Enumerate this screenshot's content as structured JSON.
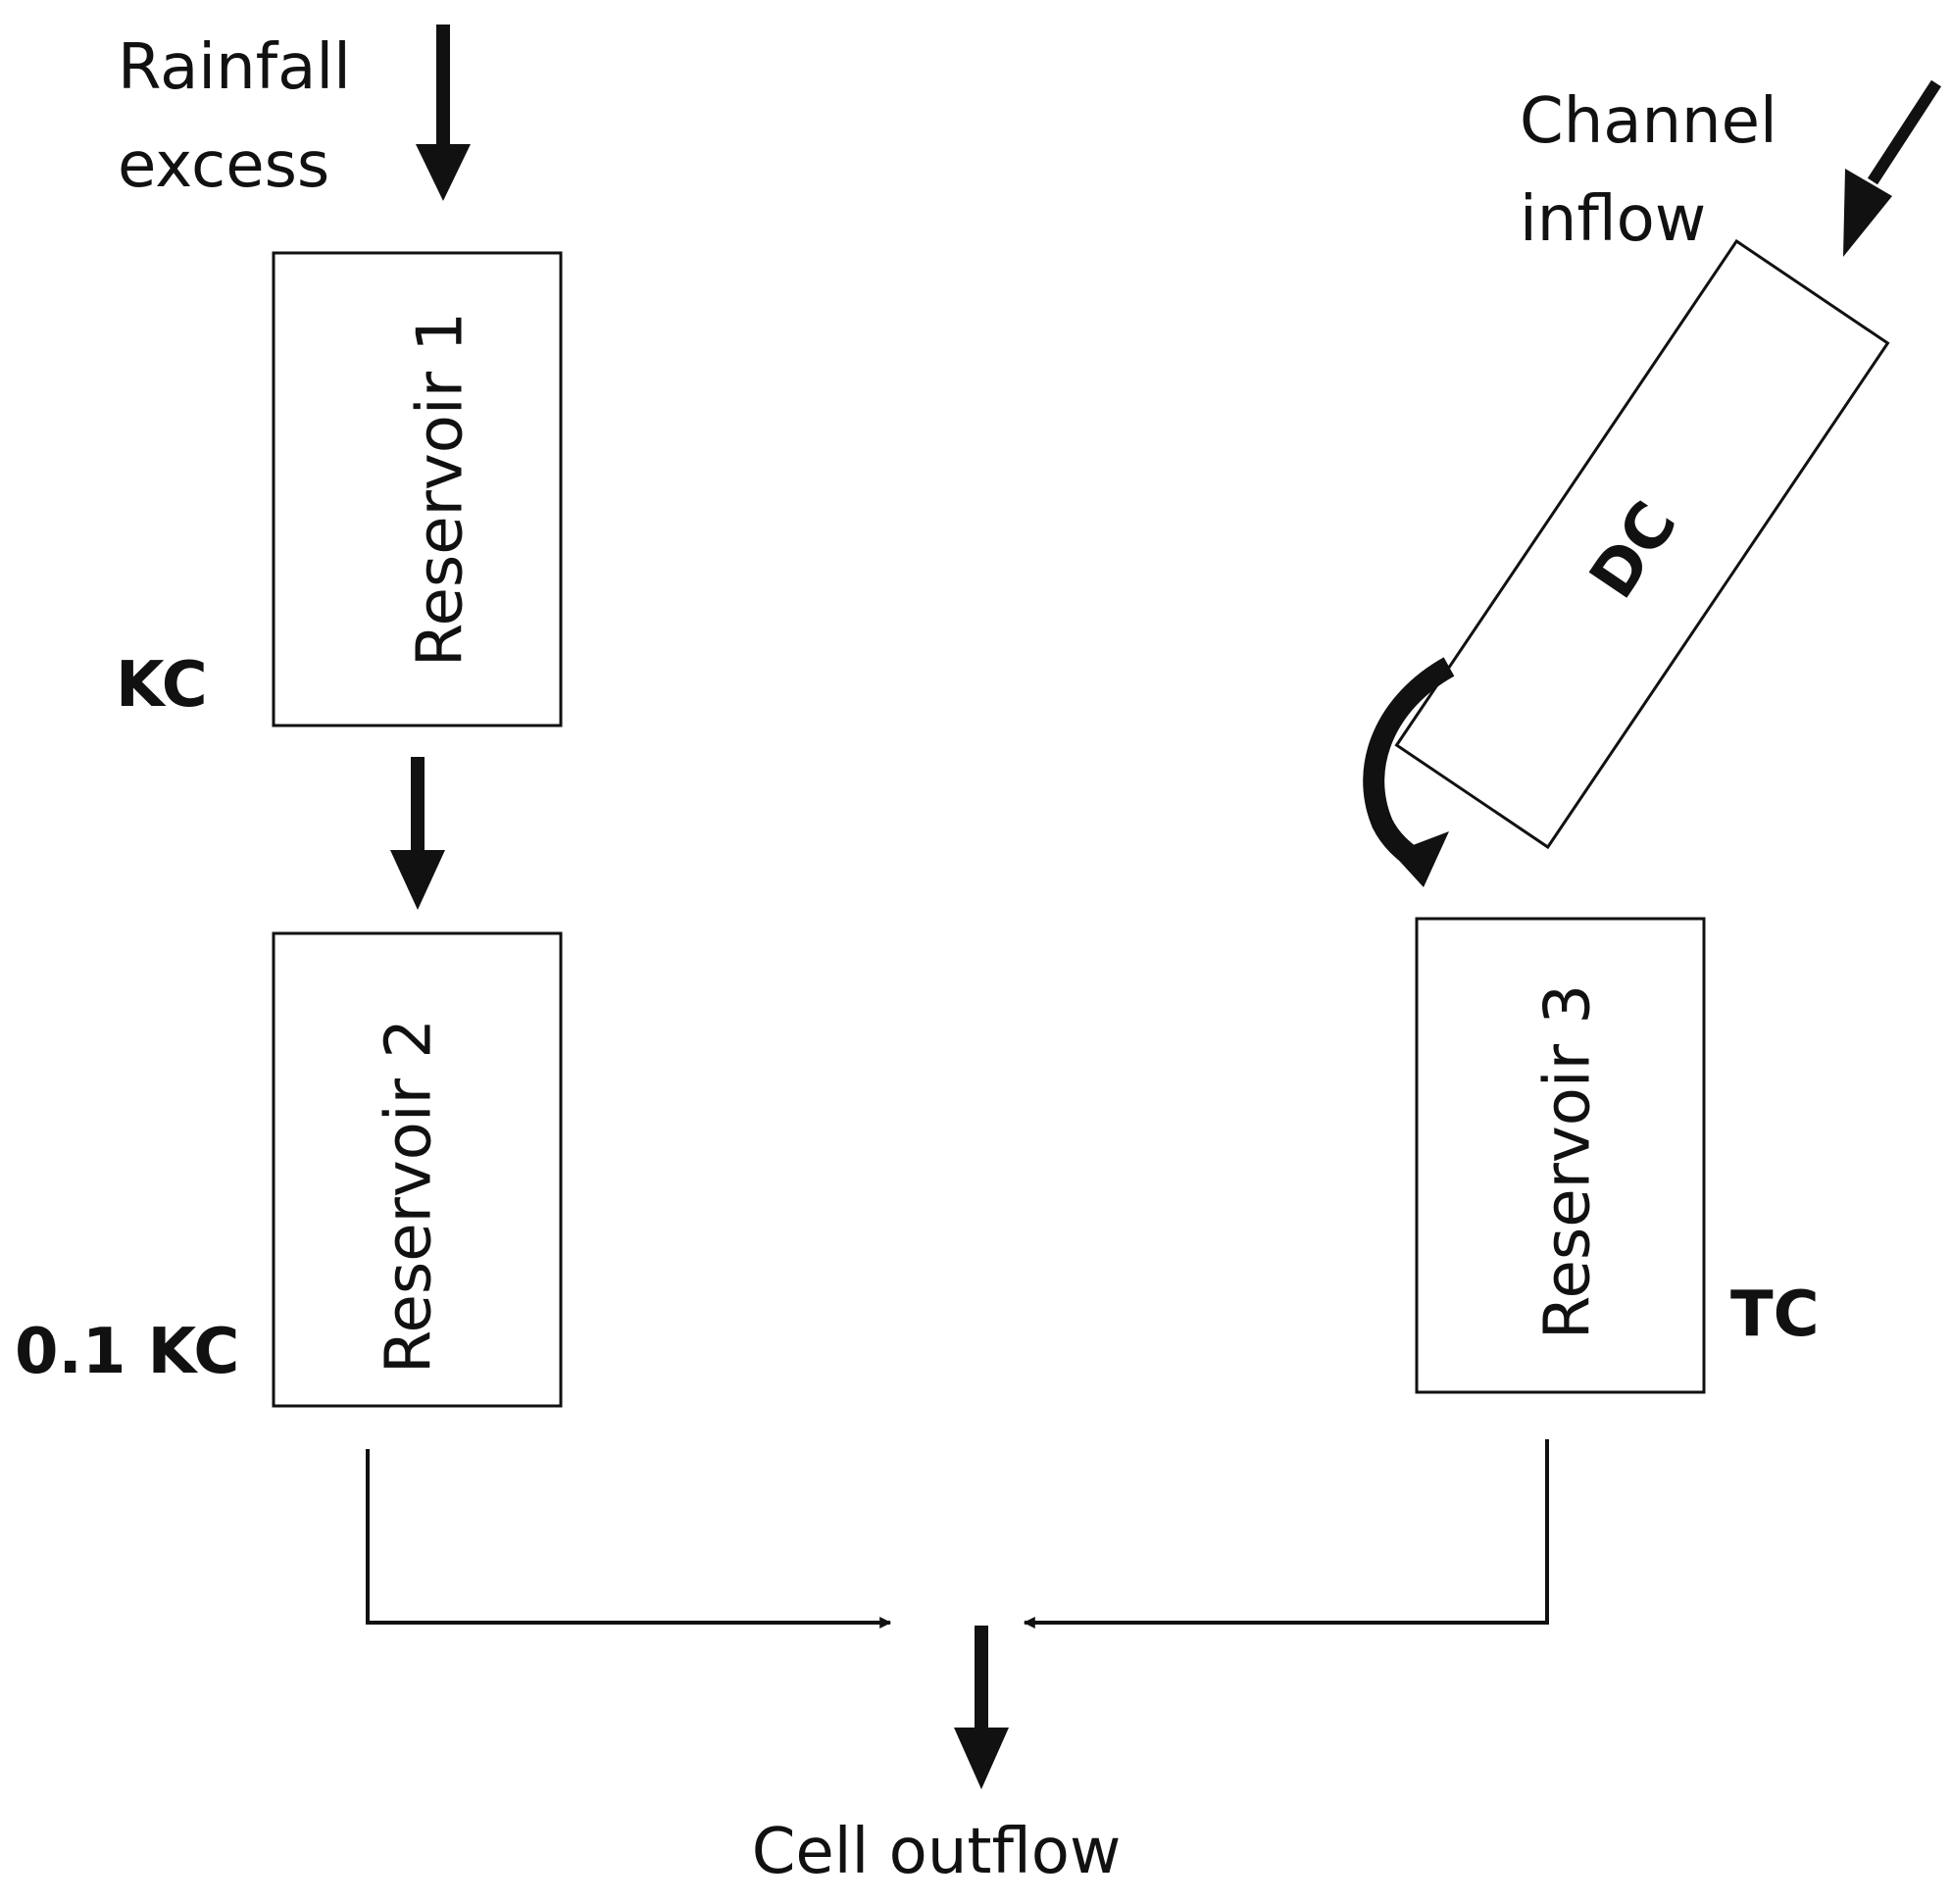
{
  "diagram": {
    "inputs": {
      "rainfall_line1": "Rainfall",
      "rainfall_line2": "excess",
      "channel_line1": "Channel",
      "channel_line2": "inflow"
    },
    "reservoirs": [
      {
        "label": "Reservoir 1",
        "coefficient": "KC"
      },
      {
        "label": "Reservoir 2",
        "coefficient": "0.1 KC"
      },
      {
        "label": "Reservoir 3",
        "coefficient": "TC"
      }
    ],
    "channel_box": {
      "label": "DC"
    },
    "output": {
      "label": "Cell outflow"
    },
    "colors": {
      "stroke": "#111111",
      "background": "#ffffff"
    }
  }
}
